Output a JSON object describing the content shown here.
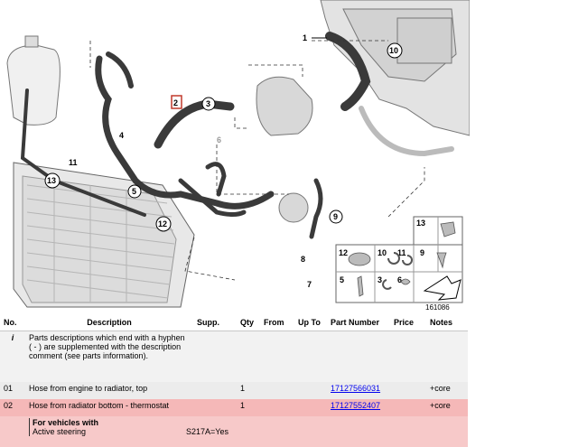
{
  "diagram": {
    "callouts": [
      "1",
      "2",
      "3",
      "4",
      "5",
      "6",
      "7",
      "8",
      "9",
      "10",
      "11",
      "12",
      "13"
    ],
    "legend": {
      "items": [
        "13",
        "9",
        "12",
        "10",
        "11",
        "5",
        "3",
        "6"
      ],
      "ref": "161086"
    }
  },
  "table": {
    "headers": {
      "no": "No.",
      "description": "Description",
      "supp": "Supp.",
      "qty": "Qty",
      "from": "From",
      "upto": "Up To",
      "part_number": "Part Number",
      "price": "Price",
      "notes": "Notes"
    },
    "info_row": {
      "no": "i",
      "description": "Parts descriptions which end with a hyphen ( - ) are supplemented with the description comment (see parts information)."
    },
    "rows": [
      {
        "no": "01",
        "description": "Hose from engine to radiator, top",
        "qty": "1",
        "part_number": "17127566031",
        "notes": "+core"
      },
      {
        "no": "02",
        "description": "Hose from radiator bottom - thermostat",
        "qty": "1",
        "part_number": "17127552407",
        "notes": "+core"
      }
    ],
    "vehicle_note": {
      "title": "For vehicles with",
      "line": "Active steering",
      "code": "S217A=Yes"
    }
  }
}
